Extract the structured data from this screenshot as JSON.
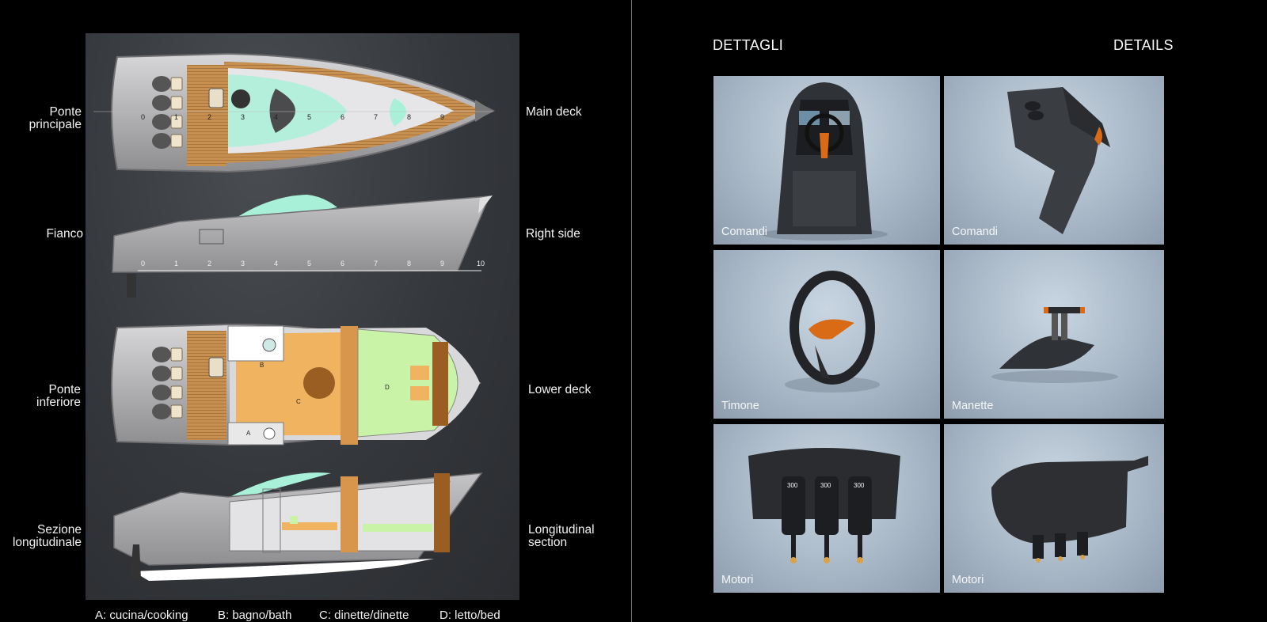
{
  "left_labels": {
    "main_deck_it": "Ponte\nprincipale",
    "main_deck_en": "Main deck",
    "side_it": "Fianco",
    "side_en": "Right side",
    "lower_it": "Ponte\ninferiore",
    "lower_en": "Lower deck",
    "section_it": "Sezione\nlongitudinale",
    "section_en": "Longitudinal\nsection"
  },
  "deck_numbers": [
    "0",
    "1",
    "2",
    "3",
    "4",
    "5",
    "6",
    "7",
    "8",
    "9"
  ],
  "scale_numbers": [
    "0",
    "1",
    "2",
    "3",
    "4",
    "5",
    "6",
    "7",
    "8",
    "9",
    "10"
  ],
  "room_letters": [
    "A",
    "B",
    "C",
    "D"
  ],
  "legend": [
    "A: cucina/cooking",
    "B: bagno/bath",
    "C: dinette/dinette",
    "D: letto/bed"
  ],
  "headings": {
    "left": "DETTAGLI",
    "right": "DETAILS"
  },
  "tiles": [
    {
      "caption": "Comandi"
    },
    {
      "caption": "Comandi"
    },
    {
      "caption": "Timone"
    },
    {
      "caption": "Manette"
    },
    {
      "caption": "Motori"
    },
    {
      "caption": "Motori"
    }
  ],
  "engine_badges": [
    "300",
    "300",
    "300"
  ],
  "colors": {
    "teak": "#c8904f",
    "glass": "#a9f0d8",
    "hull": "#a9a9ab",
    "dark_panel": "#36393d"
  }
}
